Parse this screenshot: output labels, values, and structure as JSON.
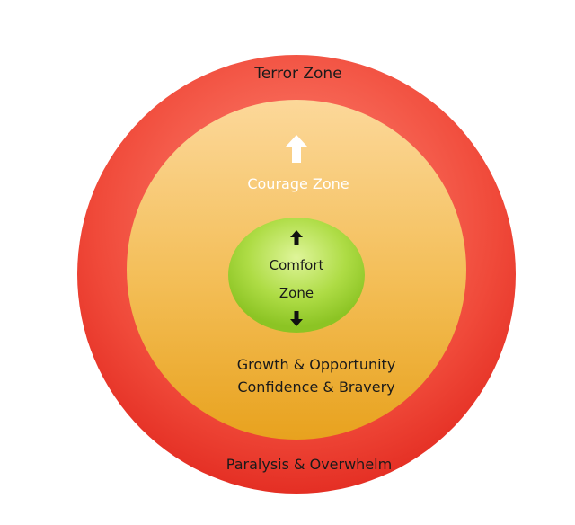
{
  "zones": {
    "outer": {
      "title": "Terror Zone",
      "bottom_text": "Paralysis & Overwhelm",
      "color": "#e9352a"
    },
    "middle": {
      "title": "Courage Zone",
      "line1": "Growth & Opportunity",
      "line2": "Confidence & Bravery",
      "color": "#f0b43c"
    },
    "inner": {
      "line1": "Comfort",
      "line2": "Zone",
      "color": "#9ed430"
    }
  },
  "icons": {
    "courage_arrow": "up-arrow-icon",
    "comfort_up": "up-arrow-icon",
    "comfort_down": "down-arrow-icon"
  }
}
